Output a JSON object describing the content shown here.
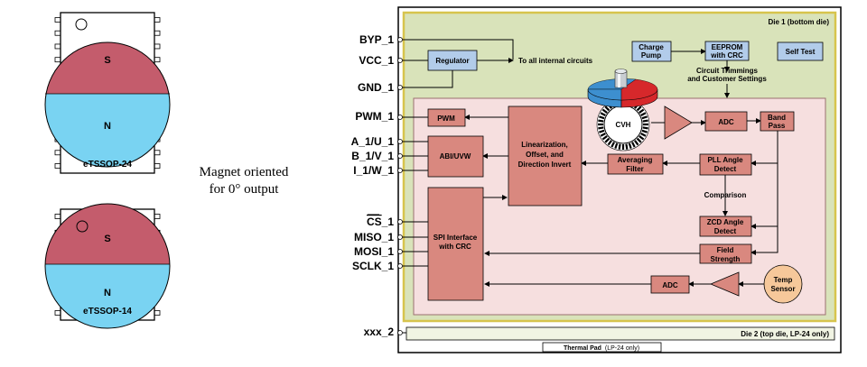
{
  "packages": {
    "top": {
      "name": "eTSSOP-24",
      "south": "S",
      "north": "N"
    },
    "bottom": {
      "name": "eTSSOP-14",
      "south": "S",
      "north": "N"
    }
  },
  "caption": {
    "line1": "Magnet oriented",
    "line2": "for 0° output"
  },
  "pins": {
    "byp": "BYP_1",
    "vcc": "VCC_1",
    "gnd": "GND_1",
    "pwm": "PWM_1",
    "a": "A_1/U_1",
    "b": "B_1/V_1",
    "i": "I_1/W_1",
    "cs_bar": "CS",
    "cs_suffix": "_1",
    "miso": "MISO_1",
    "mosi": "MOSI_1",
    "sclk": "SCLK_1",
    "xxx": "xxx_2"
  },
  "dies": {
    "die1": "Die 1 (bottom die)",
    "die2": "Die 2 (top die, LP-24 only)",
    "thermal_bold": "Thermal Pad",
    "thermal_note": "(LP-24 only)"
  },
  "blocks": {
    "regulator": "Regulator",
    "charge_pump": [
      "Charge",
      "Pump"
    ],
    "eeprom": [
      "EEPROM",
      "with CRC"
    ],
    "self_test": "Self Test",
    "pwm": "PWM",
    "abi": "ABI/UVW",
    "lin": [
      "Linearization,",
      "Offset, and",
      "Direction Invert"
    ],
    "spi": [
      "SPI Interface",
      "with CRC"
    ],
    "avg": [
      "Averaging",
      "Filter"
    ],
    "pll": [
      "PLL Angle",
      "Detect"
    ],
    "zcd": [
      "ZCD Angle",
      "Detect"
    ],
    "field": [
      "Field",
      "Strength"
    ],
    "adc_top": "ADC",
    "adc_bot": "ADC",
    "band": [
      "Band",
      "Pass"
    ],
    "temp": [
      "Temp",
      "Sensor"
    ],
    "cvh": "CVH"
  },
  "labels": {
    "internal": "To all internal circuits",
    "trim1": "Circuit Trimmings",
    "trim2": "and Customer Settings",
    "comparison": "Comparison"
  },
  "colors": {
    "south": "#c45c6c",
    "north": "#79d3f2",
    "die_fill": "#d9e3ba",
    "die_border": "#d7c44d",
    "inner_fill": "#f6dfdf",
    "inner_border": "#9b6f70",
    "block": "#d9887f",
    "block_blue": "#b2ccea",
    "amp": "#d9887f",
    "temp": "#f6c89a",
    "magnet_red": "#d6282b",
    "magnet_blue": "#3d8fcf"
  }
}
